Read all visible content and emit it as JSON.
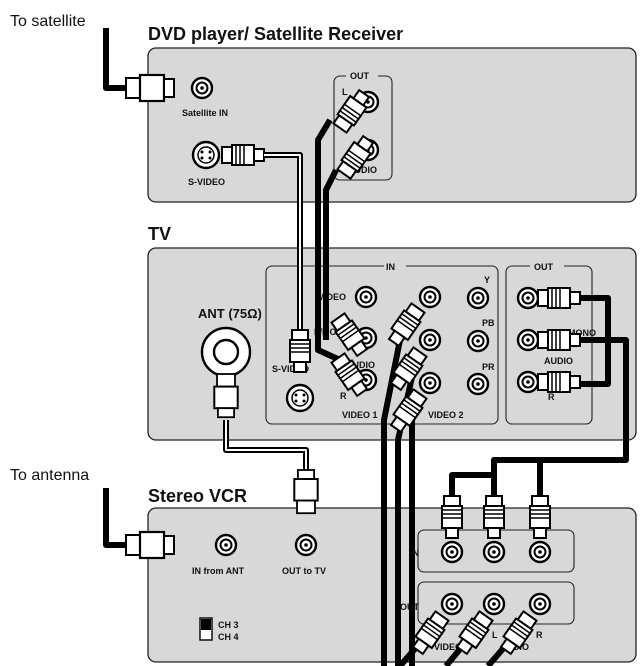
{
  "labels": {
    "to_satellite": "To satellite",
    "to_antenna": "To antenna"
  },
  "dvd": {
    "title": "DVD player/ Satellite Receiver",
    "satellite_in": "Satellite IN",
    "s_video": "S-VIDEO",
    "out": "OUT",
    "l": "L",
    "audio": "AUDIO"
  },
  "tv": {
    "title": "TV",
    "ant": "ANT (75Ω)",
    "in": "IN",
    "out": "OUT",
    "video": "VIDEO",
    "l_mono": "L/MONO",
    "audio": "AUDIO",
    "r": "R",
    "s_video": "S-VIDEO",
    "video1": "VIDEO 1",
    "video2": "VIDEO 2",
    "y": "Y",
    "pb": "PB",
    "pr": "PR",
    "out_mono": "MONO",
    "out_audio": "AUDIO",
    "out_r": "R"
  },
  "vcr": {
    "title": "Stereo VCR",
    "in_from_ant": "IN from ANT",
    "out_to_tv": "OUT to TV",
    "ch3": "CH 3",
    "ch4": "CH 4",
    "in": "IN",
    "out": "OUT",
    "video": "VIDEO",
    "l": "L",
    "audio": "AUDIO",
    "r": "R"
  }
}
